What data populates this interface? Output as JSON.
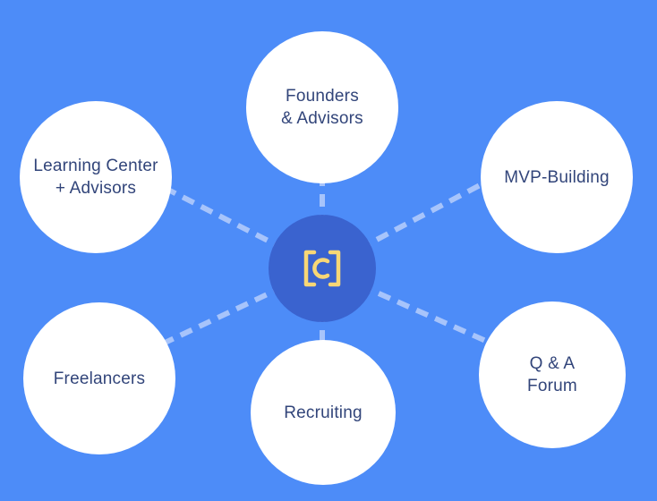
{
  "colors": {
    "background": "#4d8cf8",
    "hub": "#3a63cf",
    "hub_logo": "#f8d776",
    "node": "#ffffff",
    "node_text": "#32457a",
    "connector": "#a7c4fb"
  },
  "hub": {
    "icon": "bracket-c-logo"
  },
  "nodes": {
    "founders": {
      "line1": "Founders",
      "line2": "& Advisors"
    },
    "learning": {
      "line1": "Learning Center",
      "line2": "+ Advisors"
    },
    "mvp": {
      "line1": "MVP-Building"
    },
    "freelancers": {
      "line1": "Freelancers"
    },
    "recruiting": {
      "line1": "Recruiting"
    },
    "qa": {
      "line1": "Q & A",
      "line2": "Forum"
    }
  }
}
